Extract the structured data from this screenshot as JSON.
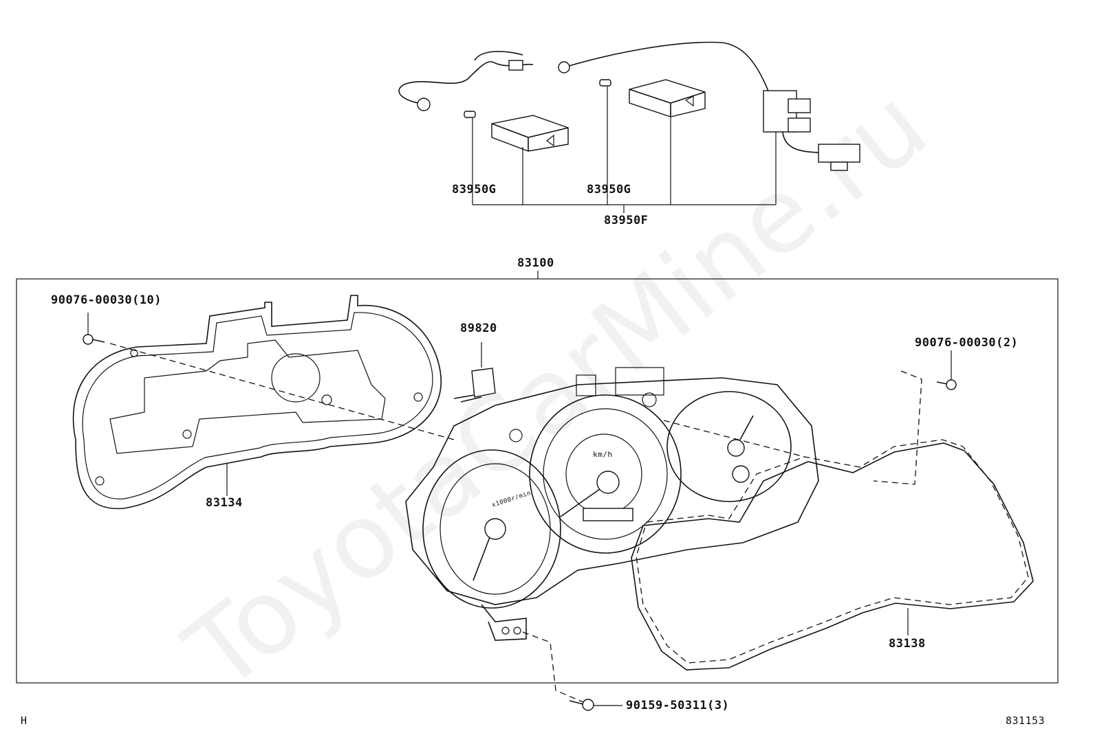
{
  "watermark": "ToyotaCarMine.ru",
  "parts": {
    "p83950G_left": "83950G",
    "p83950G_right": "83950G",
    "p83950F": "83950F",
    "p83100": "83100",
    "p90076_left": "90076-00030(10)",
    "p89820": "89820",
    "p90076_right": "90076-00030(2)",
    "p83134": "83134",
    "p83138": "83138",
    "p90159": "90159-50311(3)"
  },
  "gauge_text": {
    "kmh": "km/h",
    "rpm": "x1000r/min"
  },
  "footer": {
    "left_code": "H",
    "figure_code": "831153"
  }
}
